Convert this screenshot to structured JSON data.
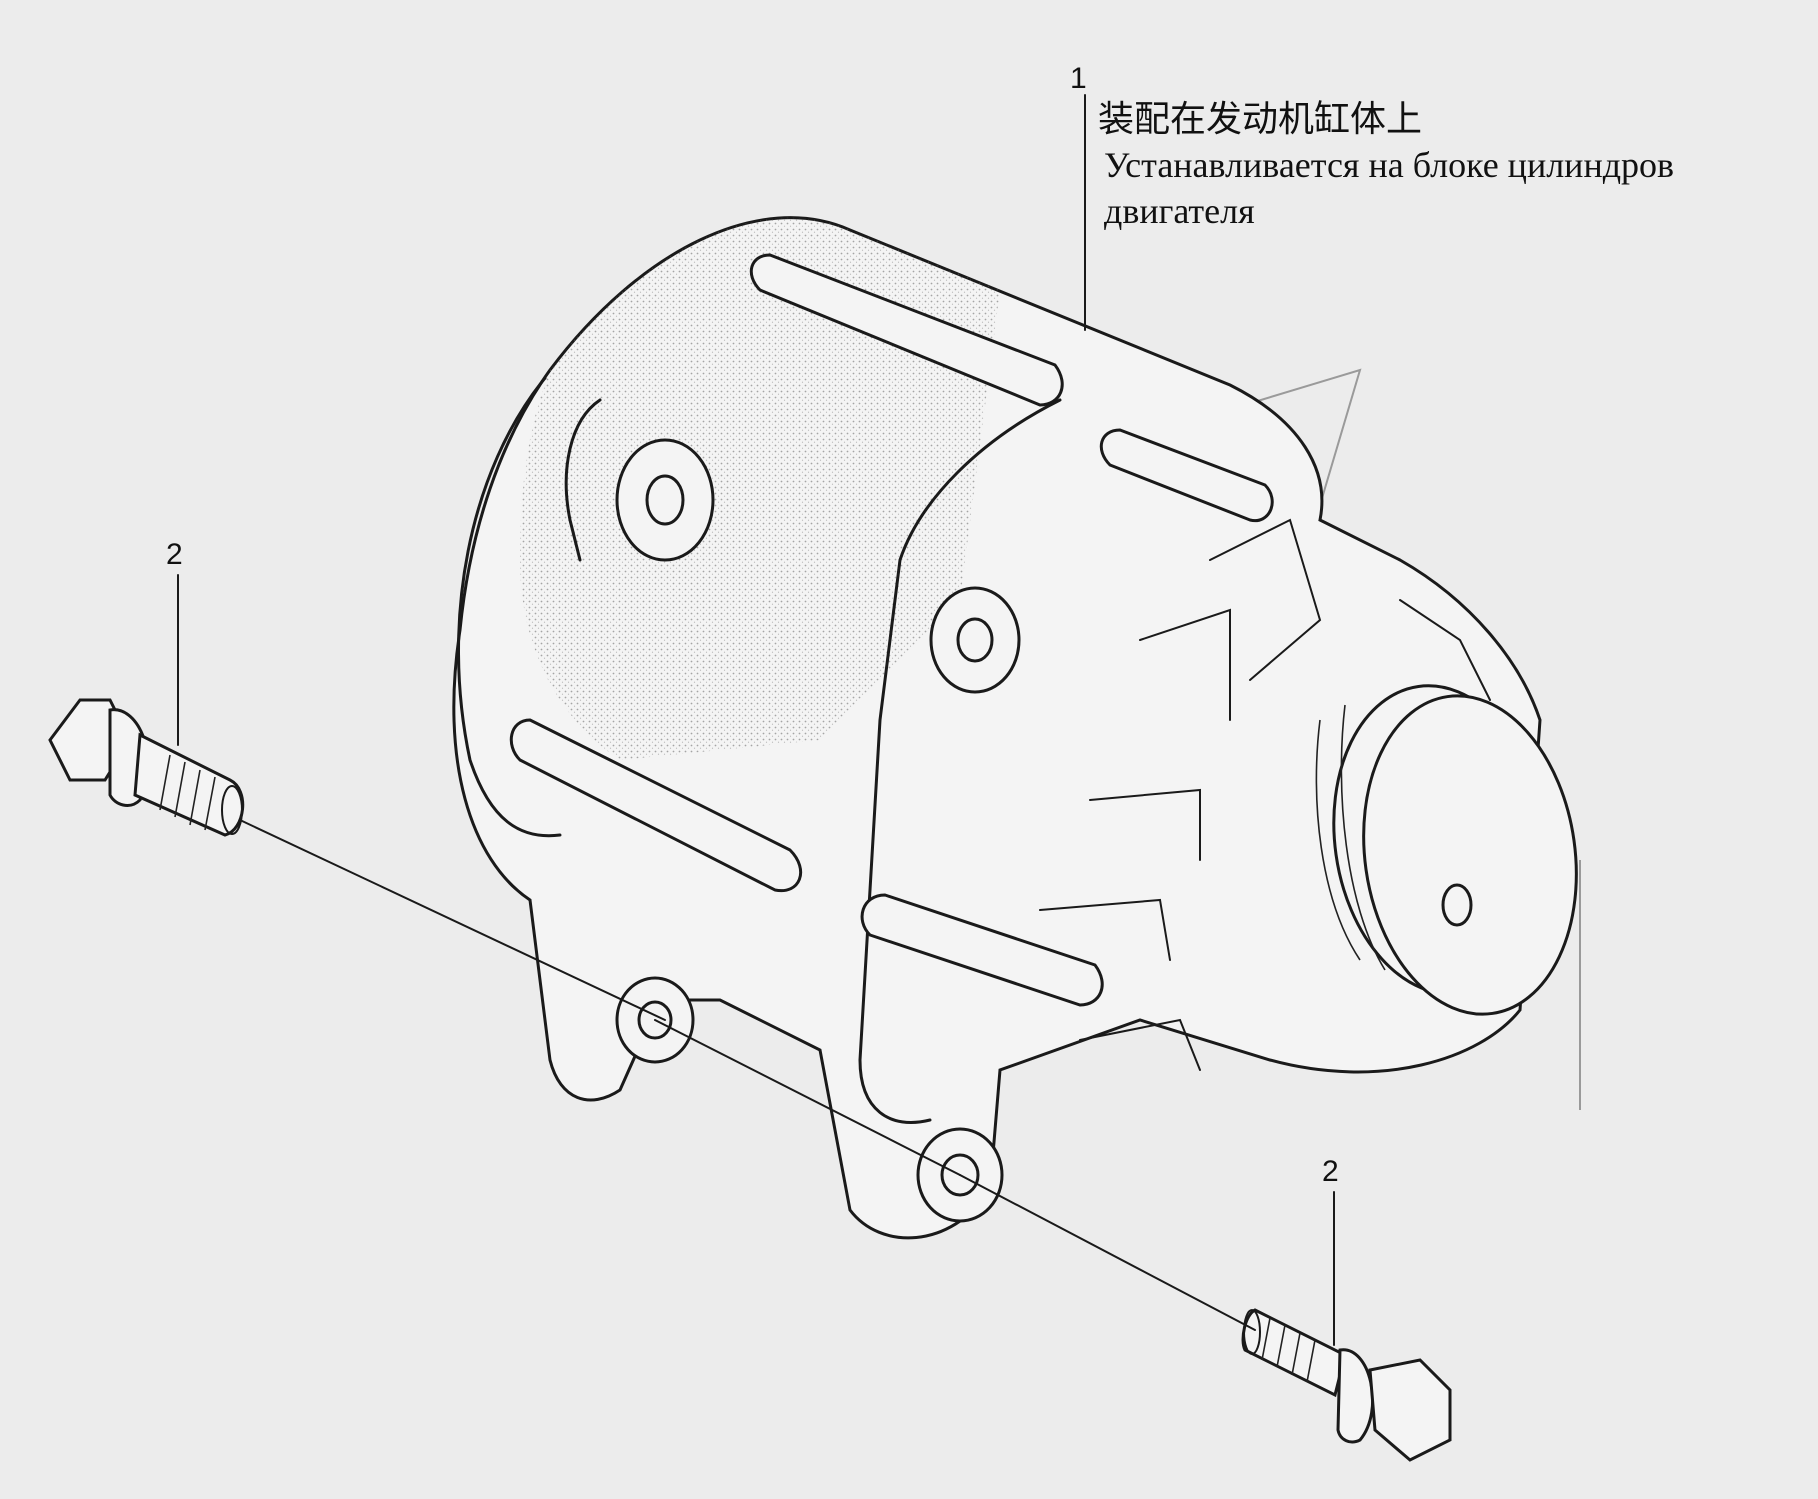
{
  "callouts": [
    {
      "number": "1"
    },
    {
      "number": "2"
    },
    {
      "number": "2"
    }
  ],
  "note": {
    "line_cn": "装配在发动机缸体上",
    "line_ru_1": "Устанавливается на блоке цилиндров",
    "line_ru_2": "двигателя"
  },
  "parts": [
    {
      "ref": "1",
      "icon": "alternator-icon"
    },
    {
      "ref": "2",
      "icon": "flange-bolt-icon"
    }
  ],
  "colors": {
    "background": "#ececec",
    "line": "#1a1a1a"
  }
}
